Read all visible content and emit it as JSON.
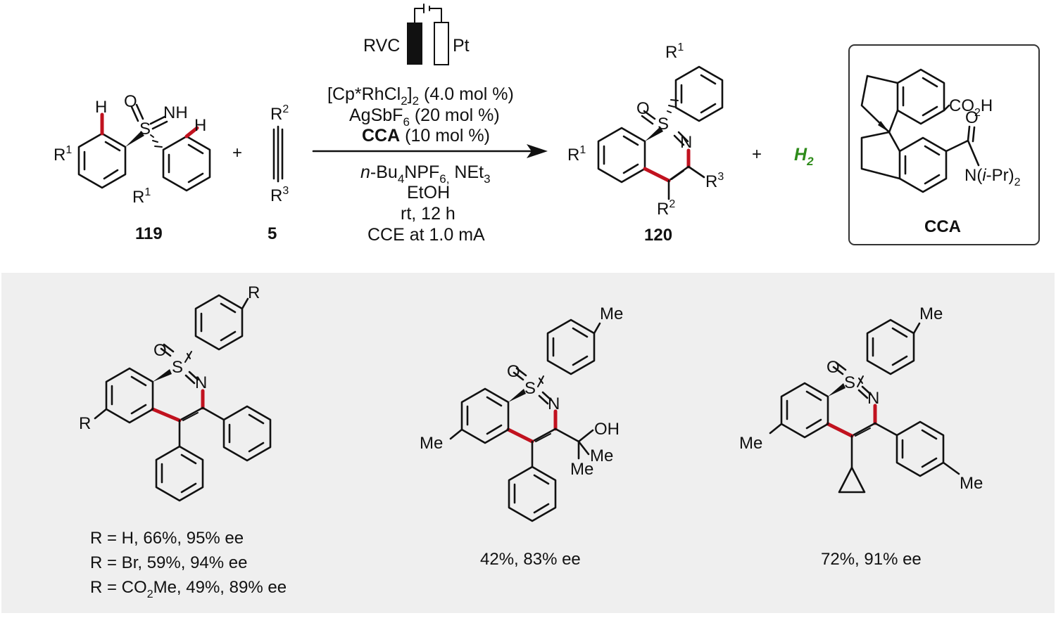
{
  "colors": {
    "highlight_bond": "#c1121f",
    "hydrogen_gas": "#2e8b1a",
    "panel_bg": "#efefef",
    "ink": "#111111"
  },
  "reaction": {
    "substrate": {
      "id": "119",
      "atoms": {
        "H1": "H",
        "H2": "H",
        "O": "O",
        "S": "S",
        "NH": "NH",
        "R1a": "R",
        "R1a_sup": "1",
        "R1b": "R",
        "R1b_sup": "1"
      }
    },
    "alkyne": {
      "id": "5",
      "R2": "R",
      "R2_sup": "2",
      "R3": "R",
      "R3_sup": "3"
    },
    "plus": "+",
    "cell": {
      "anode": "RVC",
      "cathode": "Pt"
    },
    "conditions": {
      "catalyst_pre": "[Cp*RhCl",
      "catalyst_sub": "2",
      "catalyst_mid": "]",
      "catalyst_sub2": "2",
      "catalyst_post": " (4.0 mol %)",
      "additive_pre": "AgSbF",
      "additive_sub": "6",
      "additive_post": " (20 mol %)",
      "cca_label": "CCA",
      "cca_post": " (10 mol %)",
      "electrolyte_pre": "n",
      "electrolyte_a": "-Bu",
      "electrolyte_sub": "4",
      "electrolyte_b": "NPF",
      "electrolyte_sub2": "6,",
      "electrolyte_c": " NEt",
      "electrolyte_sub3": "3",
      "solvent": "EtOH",
      "temp_time": "rt, 12 h",
      "current": "CCE at 1.0 mA"
    },
    "product": {
      "id": "120",
      "atoms": {
        "O": "O",
        "S": "S",
        "N": "N",
        "R1a": "R",
        "R1a_sup": "1",
        "R1b": "R",
        "R1b_sup": "1",
        "R2": "R",
        "R2_sup": "2",
        "R3": "R",
        "R3_sup": "3"
      }
    },
    "byproduct_pre": "H",
    "byproduct_sub": "2",
    "cca_box": {
      "label": "CCA",
      "co2h_pre": "CO",
      "co2h_sub": "2",
      "co2h_post": "H",
      "o": "O",
      "amide_pre": "N(",
      "amide_it": "i",
      "amide_mid": "-Pr)",
      "amide_sub": "2"
    }
  },
  "examples": [
    {
      "id": "ex1",
      "para": "R",
      "ring_sub": "R",
      "o": "O",
      "s": "S",
      "n": "N",
      "results": [
        "R = H, 66%, 95% ee",
        "R = Br, 59%, 94% ee"
      ],
      "result3_pre": "R = CO",
      "result3_sub": "2",
      "result3_post": "Me, 49%, 89% ee"
    },
    {
      "id": "ex2",
      "para": "Me",
      "ring_sub": "Me",
      "o": "O",
      "s": "S",
      "n": "N",
      "oh": "OH",
      "me_a": "Me",
      "me_b": "Me",
      "result": "42%, 83% ee"
    },
    {
      "id": "ex3",
      "para": "Me",
      "ring_sub": "Me",
      "o": "O",
      "s": "S",
      "n": "N",
      "aryl_me": "Me",
      "result": "72%, 91% ee"
    }
  ]
}
